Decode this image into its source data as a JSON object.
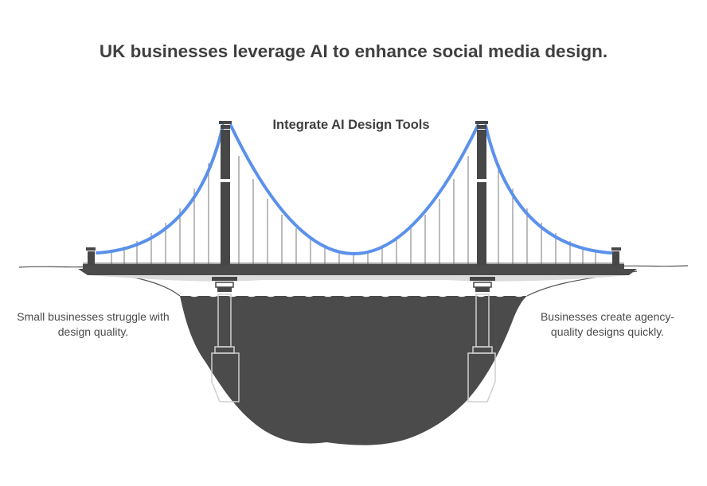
{
  "title": "UK businesses leverage AI to enhance social media design.",
  "center_label": "Integrate AI Design Tools",
  "left_label": "Small businesses struggle with design quality.",
  "right_label": "Businesses create agency-quality designs quickly.",
  "colors": {
    "cable": "#5b91ea",
    "structure": "#474747",
    "water": "#4a4a4a",
    "hanger": "#7a7a7a",
    "text": "#3f3f3f"
  }
}
